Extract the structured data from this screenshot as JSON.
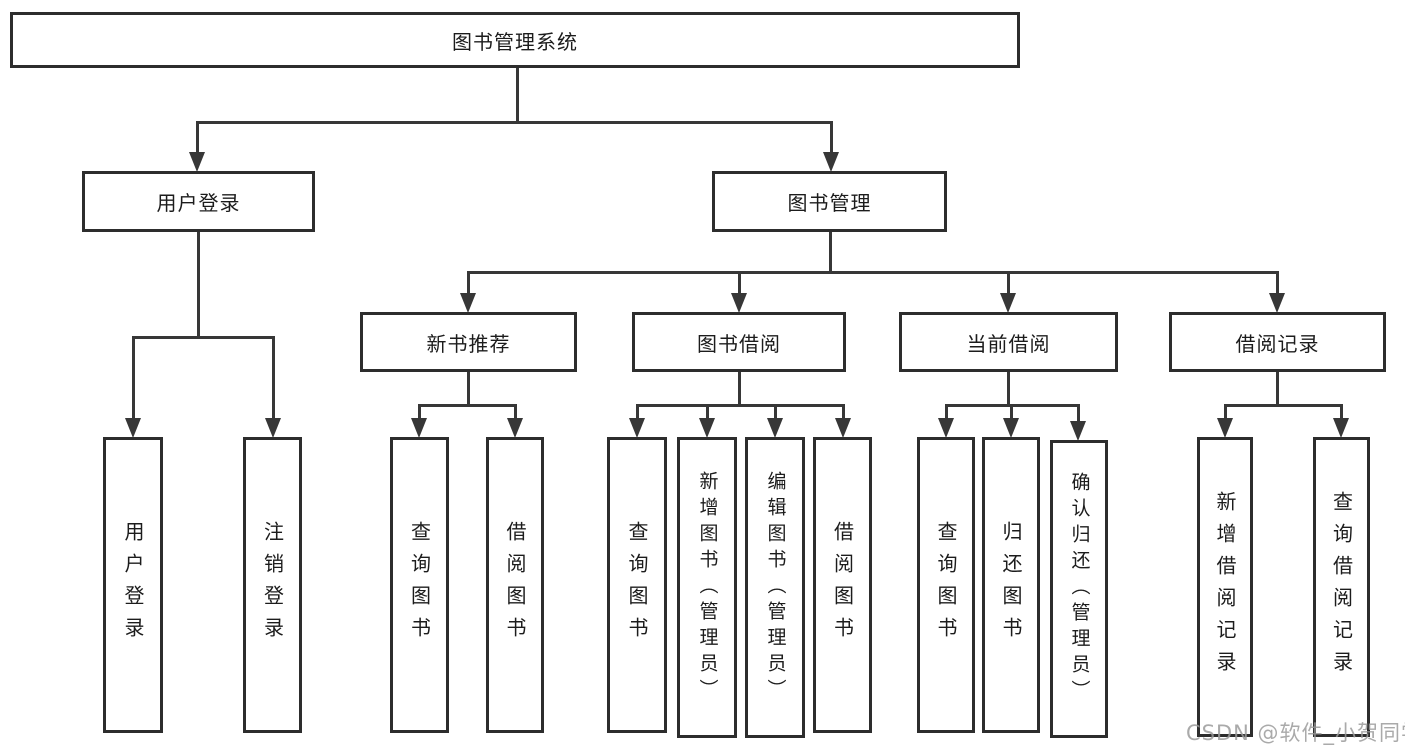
{
  "diagram_title": "图书管理系统",
  "tree": {
    "label": "图书管理系统",
    "children": [
      {
        "label": "用户登录",
        "children": [
          {
            "label": "用户登录"
          },
          {
            "label": "注销登录"
          }
        ]
      },
      {
        "label": "图书管理",
        "children": [
          {
            "label": "新书推荐",
            "children": [
              {
                "label": "查询图书"
              },
              {
                "label": "借阅图书"
              }
            ]
          },
          {
            "label": "图书借阅",
            "children": [
              {
                "label": "查询图书"
              },
              {
                "label": "新增图书（管理员）"
              },
              {
                "label": "编辑图书（管理员）"
              },
              {
                "label": "借阅图书"
              }
            ]
          },
          {
            "label": "当前借阅",
            "children": [
              {
                "label": "查询图书"
              },
              {
                "label": "归还图书"
              },
              {
                "label": "确认归还（管理员）"
              }
            ]
          },
          {
            "label": "借阅记录",
            "children": [
              {
                "label": "新增借阅记录"
              },
              {
                "label": "查询借阅记录"
              }
            ]
          }
        ]
      }
    ]
  },
  "watermark": {
    "text": "CSDN @软件_小贺同学"
  },
  "colors": {
    "line": "#373737",
    "box_border": "#2d2d2d",
    "text": "#1c1c1c",
    "watermark": "#9b9b9b",
    "background": "#ffffff"
  }
}
